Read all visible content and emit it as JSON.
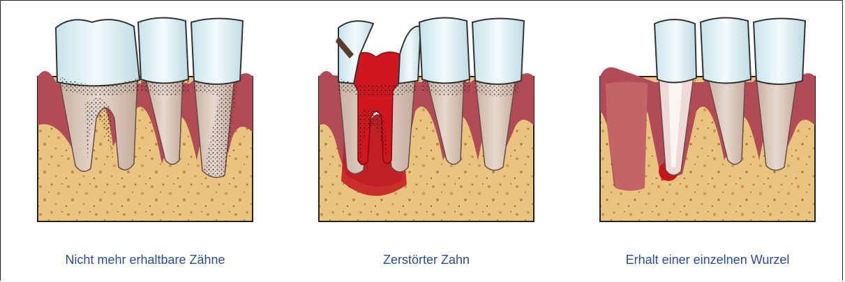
{
  "panels": [
    {
      "caption": "Nicht mehr erhaltbare Zähne"
    },
    {
      "caption": "Zerstörter Zahn"
    },
    {
      "caption": "Erhalt einer einzelnen Wurzel"
    }
  ],
  "colors": {
    "caption": "#2a4d8f",
    "bone": "#e6c27a",
    "gum": "#b5515a",
    "enamel": "#d9eef3",
    "root": "#d8c7b8",
    "pulp": "#c4161c"
  }
}
